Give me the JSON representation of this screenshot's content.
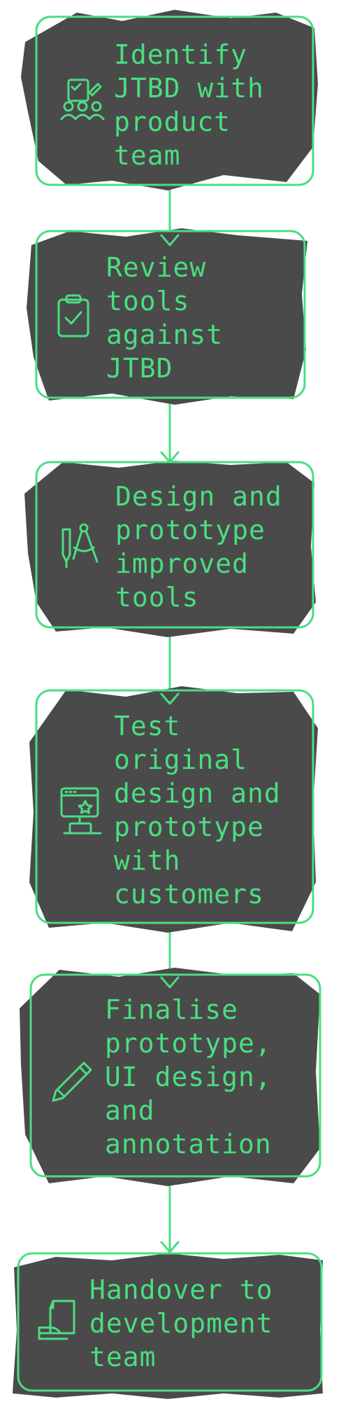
{
  "colors": {
    "accent": "#4ade80",
    "box_fill": "#4a4a4a",
    "background": "#ffffff"
  },
  "steps": [
    {
      "label_lines": [
        "Identify",
        "JTBD with",
        "product",
        "team"
      ],
      "icon": "team-checklist-icon"
    },
    {
      "label_lines": [
        "Review",
        "tools",
        "against",
        "JTBD"
      ],
      "icon": "clipboard-check-icon"
    },
    {
      "label_lines": [
        "Design and",
        "prototype",
        "improved",
        "tools"
      ],
      "icon": "design-tools-icon"
    },
    {
      "label_lines": [
        "Test",
        "original",
        "design and",
        "prototype",
        "with",
        "customers"
      ],
      "icon": "user-testing-icon"
    },
    {
      "label_lines": [
        "Finalise",
        "prototype,",
        "UI design,",
        "and",
        "annotation"
      ],
      "icon": "pencil-icon"
    },
    {
      "label_lines": [
        "Handover to",
        "development",
        "team"
      ],
      "icon": "handover-document-icon"
    }
  ]
}
